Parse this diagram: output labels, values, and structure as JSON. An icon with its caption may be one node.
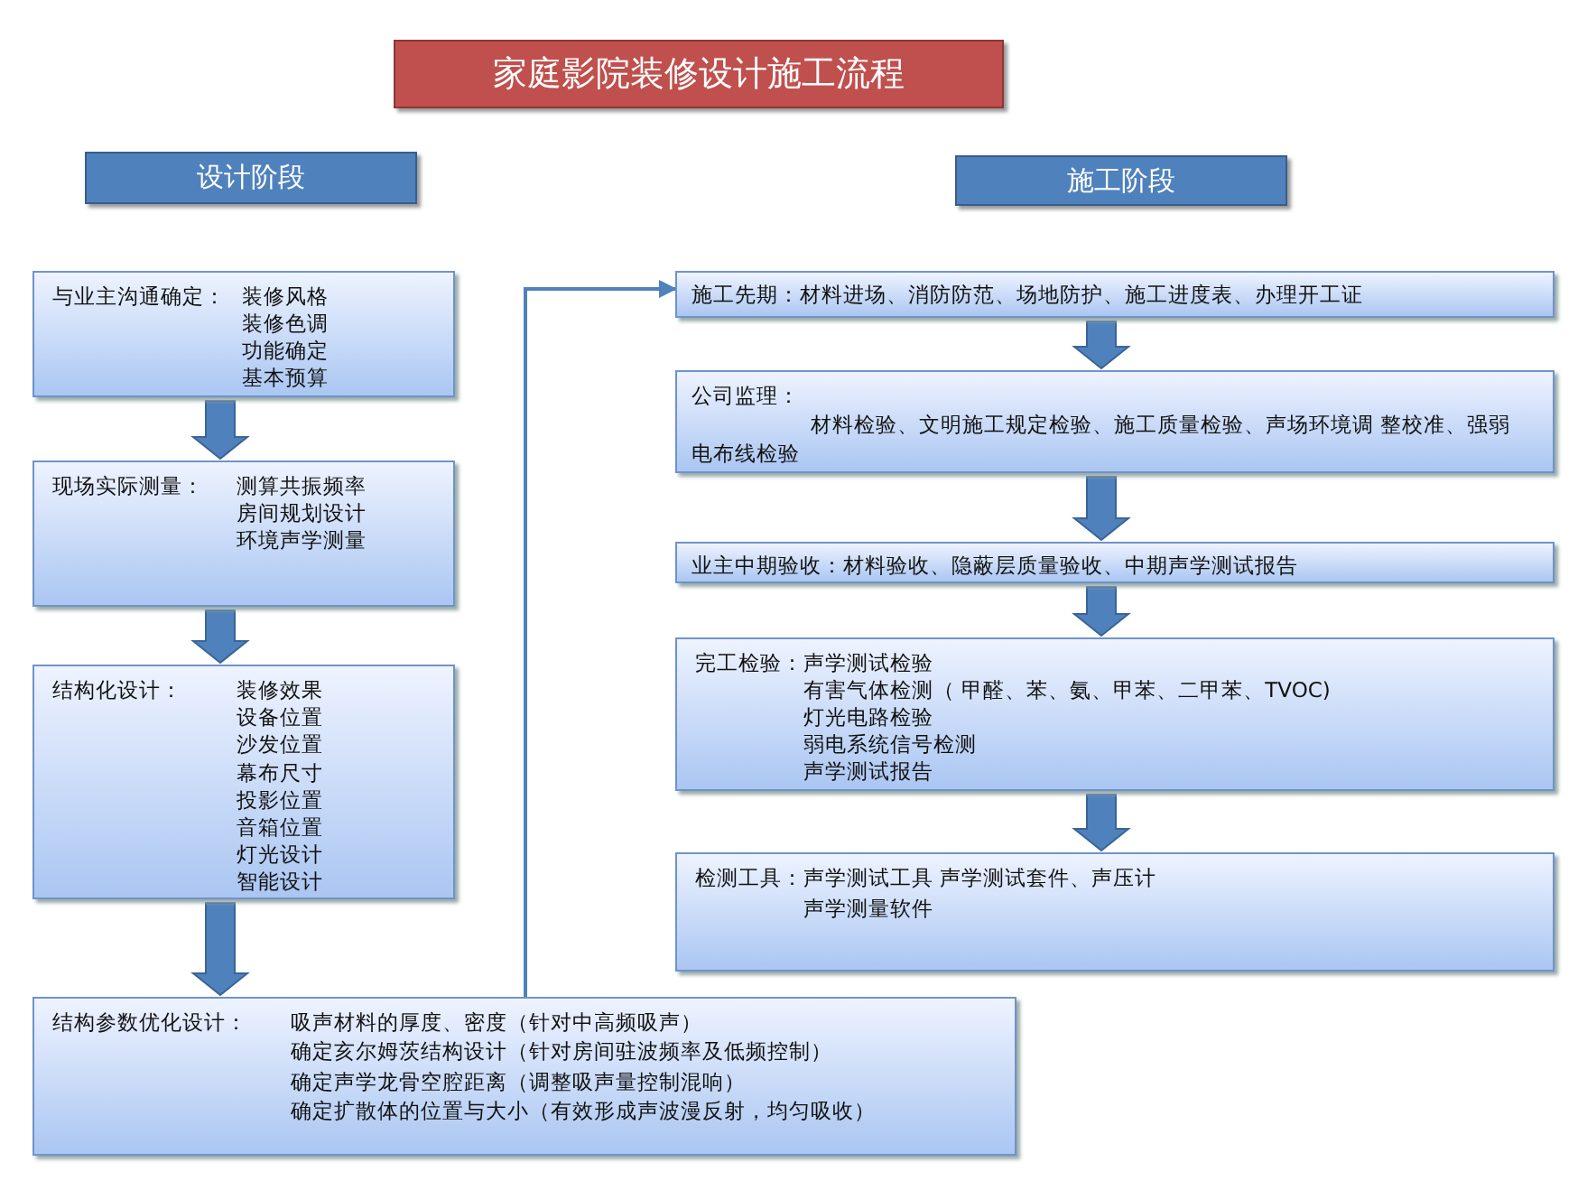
{
  "diagram": {
    "nodes": [
      {
        "text": [
          "家庭影院装修设计施工流程"
        ]
      },
      {
        "text": [
          "设计阶段"
        ]
      },
      {
        "text": [
          "施工阶段"
        ]
      },
      {
        "text": [
          "与业主沟通确定：",
          "装修风格",
          "装修色调",
          "功能确定",
          "基本预算"
        ]
      },
      {
        "text": [
          "现场实际测量：",
          "测算共振频率",
          "房间规划设计",
          "环境声学测量"
        ]
      },
      {
        "text": [
          "结构化设计：",
          "装修效果",
          "设备位置",
          "沙发位置",
          "幕布尺寸",
          "投影位置",
          "音箱位置",
          "灯光设计",
          "智能设计"
        ]
      },
      {
        "text": [
          "结构参数优化设计：",
          "吸声材料的厚度、密度（针对中高频吸声）",
          "确定亥尔姆茨结构设计（针对房间驻波频率及低频控制）",
          "确定声学龙骨空腔距离（调整吸声量控制混响）",
          "确定扩散体的位置与大小（有效形成声波漫反射，均匀吸收）"
        ]
      },
      {
        "text": [
          "施工先期：材料进场、消防防范、场地防护、施工进度表、办理开工证"
        ]
      },
      {
        "text": [
          "公司监理：",
          "材料检验、文明施工规定检验、施工质量检验、声场环境调 整校准、强弱电布线检验"
        ]
      },
      {
        "text": [
          "业主中期验收：材料验收、隐蔽层质量验收、中期声学测试报告"
        ]
      },
      {
        "text": [
          "完工检验：",
          "声学测试检验",
          "有害气体检测（ 甲醛、苯、氨、甲苯、二甲苯、TVOC)",
          "灯光电路检验",
          "弱电系统信号检测",
          "声学测试报告"
        ]
      },
      {
        "text": [
          "检测工具：",
          "声学测试工具 声学测试套件、声压计",
          "声学测量软件"
        ]
      }
    ],
    "edges": [
      {
        "from": 3,
        "to": 4,
        "arrow": "to"
      },
      {
        "from": 4,
        "to": 5,
        "arrow": "to"
      },
      {
        "from": 5,
        "to": 6,
        "arrow": "to"
      },
      {
        "from": 6,
        "to": 7,
        "arrow": "to"
      },
      {
        "from": 7,
        "to": 8,
        "arrow": "to"
      },
      {
        "from": 8,
        "to": 9,
        "arrow": "to"
      },
      {
        "from": 9,
        "to": 10,
        "arrow": "to"
      },
      {
        "from": 10,
        "to": 11,
        "arrow": "to"
      }
    ]
  }
}
